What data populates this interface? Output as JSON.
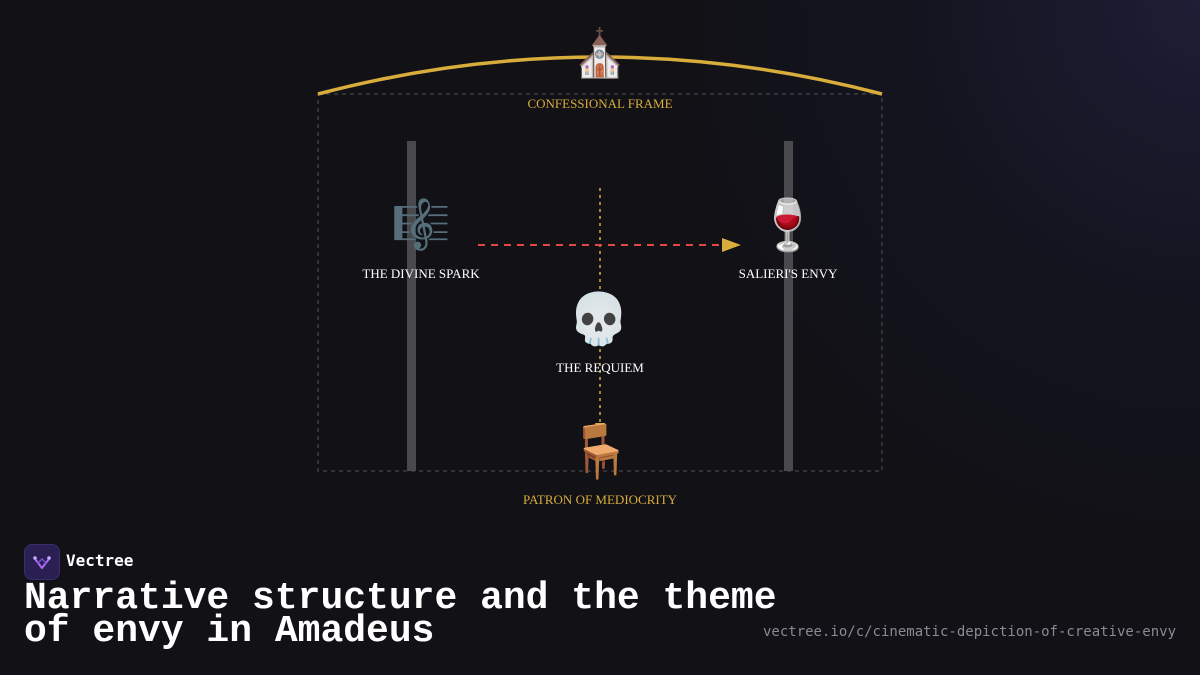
{
  "brand": {
    "name": "Vectree"
  },
  "headline": "Narrative structure and the theme of envy in Amadeus",
  "url": "vectree.io/c/cinematic-depiction-of-creative-envy",
  "diagram": {
    "frame_label": "CONFESSIONAL FRAME",
    "nodes": {
      "church": {
        "icon": "⛪"
      },
      "spark": {
        "icon": "🎼",
        "label": "THE DIVINE SPARK"
      },
      "envy": {
        "icon": "🍷",
        "label": "SALIERI'S ENVY"
      },
      "requiem": {
        "icon": "💀",
        "label": "THE REQUIEM"
      },
      "patron": {
        "icon": "🪑",
        "label": "PATRON OF MEDIOCRITY"
      }
    }
  },
  "colors": {
    "accent_gold": "#d9ad3c",
    "arrow_red": "#e04848",
    "pillar_gray": "#4a4a4e",
    "frame_dash": "#3c3c42"
  },
  "icons": [
    "church-icon",
    "music-score-icon",
    "wine-glass-icon",
    "skull-icon",
    "chair-icon",
    "vectree-logo-icon"
  ]
}
